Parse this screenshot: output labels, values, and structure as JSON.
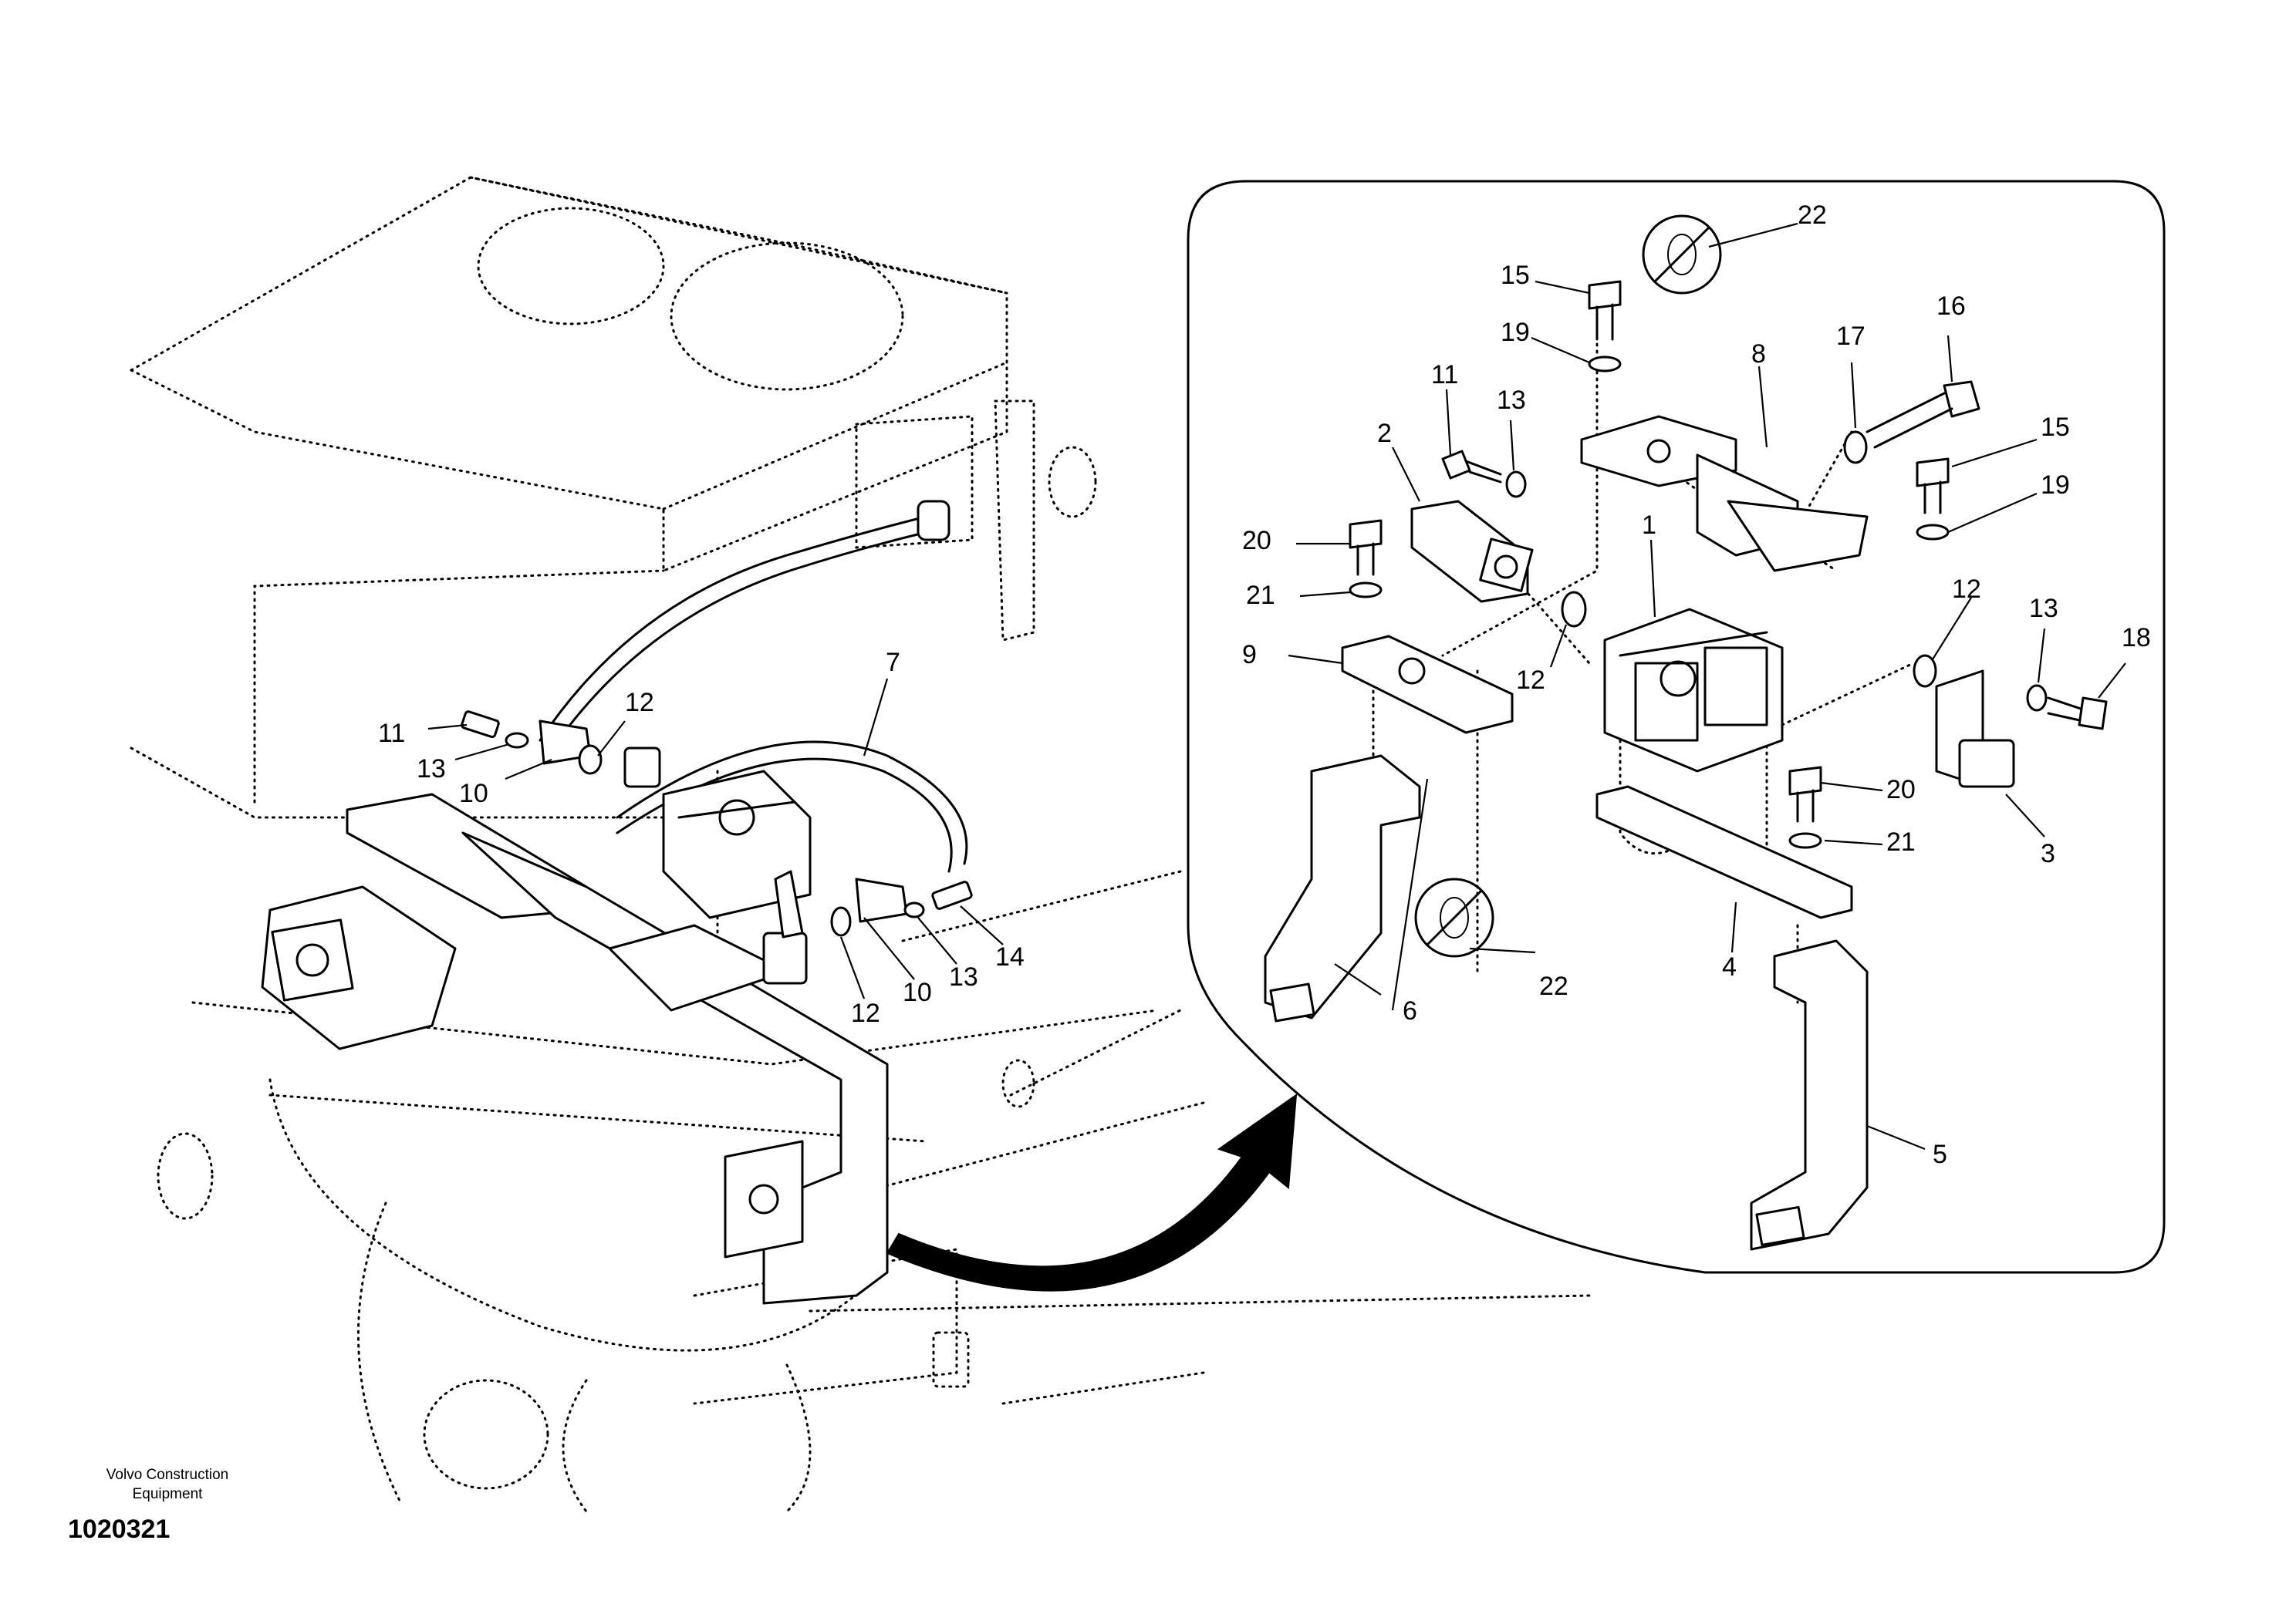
{
  "publisher": {
    "line1": "Volvo Construction",
    "line2": "Equipment"
  },
  "drawing_number": "1020321",
  "callouts_overview": [
    {
      "id": "ov-11",
      "label": "11"
    },
    {
      "id": "ov-13a",
      "label": "13"
    },
    {
      "id": "ov-10a",
      "label": "10"
    },
    {
      "id": "ov-12a",
      "label": "12"
    },
    {
      "id": "ov-7",
      "label": "7"
    },
    {
      "id": "ov-14",
      "label": "14"
    },
    {
      "id": "ov-13b",
      "label": "13"
    },
    {
      "id": "ov-10b",
      "label": "10"
    },
    {
      "id": "ov-12b",
      "label": "12"
    }
  ],
  "callouts_detail": [
    {
      "id": "d-22a",
      "label": "22"
    },
    {
      "id": "d-15a",
      "label": "15"
    },
    {
      "id": "d-19a",
      "label": "19"
    },
    {
      "id": "d-8",
      "label": "8"
    },
    {
      "id": "d-17",
      "label": "17"
    },
    {
      "id": "d-16",
      "label": "16"
    },
    {
      "id": "d-11",
      "label": "11"
    },
    {
      "id": "d-13a",
      "label": "13"
    },
    {
      "id": "d-2",
      "label": "2"
    },
    {
      "id": "d-15b",
      "label": "15"
    },
    {
      "id": "d-19b",
      "label": "19"
    },
    {
      "id": "d-20a",
      "label": "20"
    },
    {
      "id": "d-1",
      "label": "1"
    },
    {
      "id": "d-21a",
      "label": "21"
    },
    {
      "id": "d-12a",
      "label": "12"
    },
    {
      "id": "d-13b",
      "label": "13"
    },
    {
      "id": "d-18",
      "label": "18"
    },
    {
      "id": "d-9",
      "label": "9"
    },
    {
      "id": "d-12b",
      "label": "12"
    },
    {
      "id": "d-20b",
      "label": "20"
    },
    {
      "id": "d-21b",
      "label": "21"
    },
    {
      "id": "d-3",
      "label": "3"
    },
    {
      "id": "d-4",
      "label": "4"
    },
    {
      "id": "d-22b",
      "label": "22"
    },
    {
      "id": "d-6",
      "label": "6"
    },
    {
      "id": "d-5",
      "label": "5"
    }
  ]
}
